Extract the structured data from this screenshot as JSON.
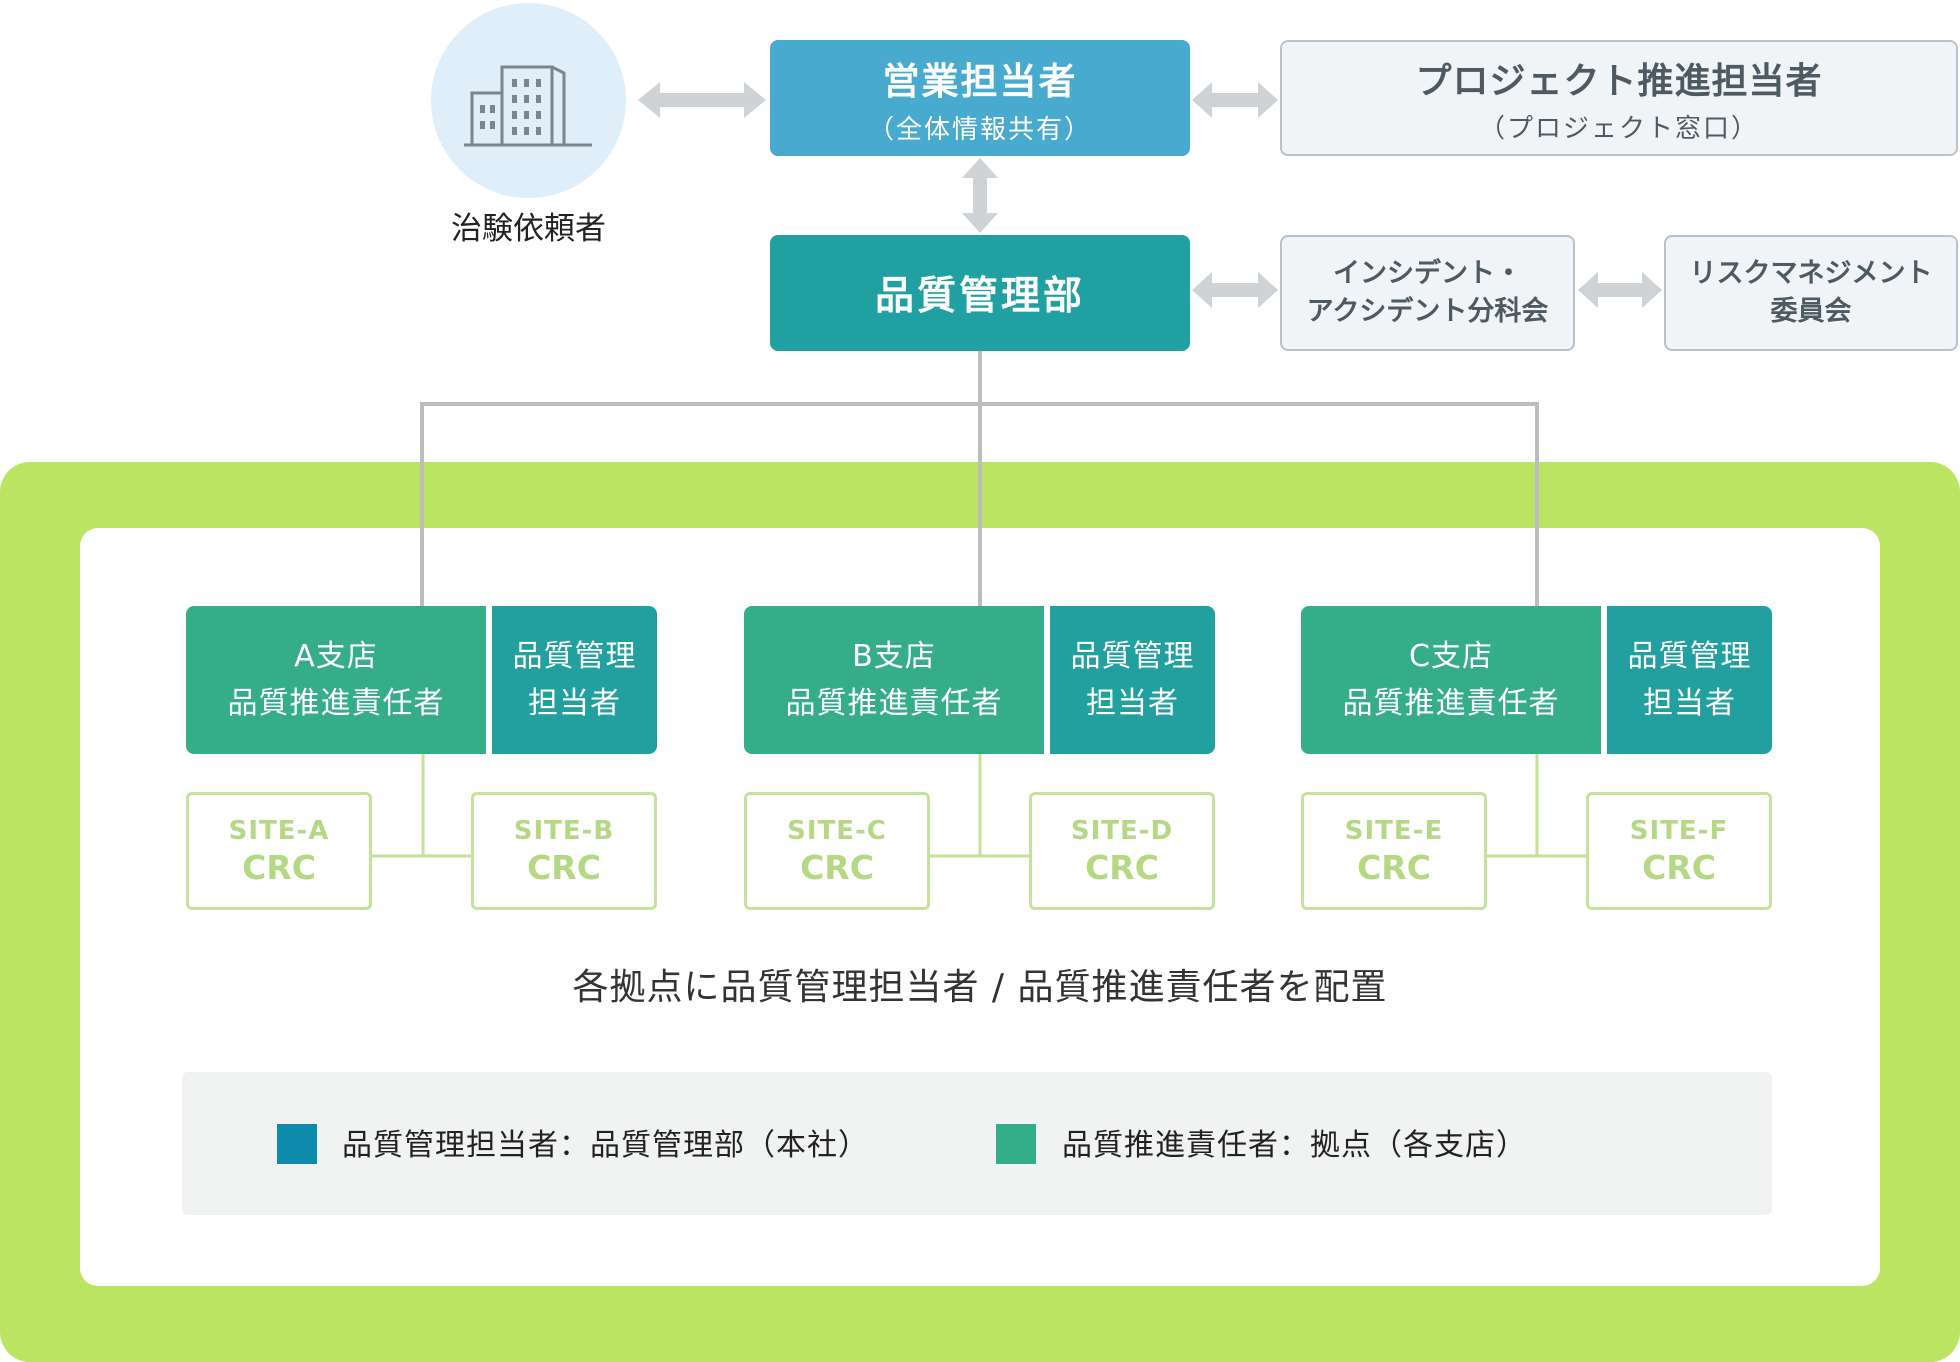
{
  "client": {
    "label": "治験依頼者",
    "icon": "building-icon"
  },
  "sales": {
    "title": "営業担当者",
    "subtitle": "（全体情報共有）"
  },
  "project": {
    "title": "プロジェクト推進担当者",
    "subtitle": "（プロジェクト窓口）"
  },
  "quality_dept": {
    "title": "品質管理部"
  },
  "incident": {
    "line1": "インシデント・",
    "line2": "アクシデント分科会"
  },
  "risk": {
    "line1": "リスクマネジメント",
    "line2": "委員会"
  },
  "branches": [
    {
      "line1": "A支店",
      "line2": "品質推進責任者",
      "manager_line1": "品質管理",
      "manager_line2": "担当者",
      "sites": [
        {
          "name": "SITE-A",
          "role": "CRC"
        },
        {
          "name": "SITE-B",
          "role": "CRC"
        }
      ]
    },
    {
      "line1": "B支店",
      "line2": "品質推進責任者",
      "manager_line1": "品質管理",
      "manager_line2": "担当者",
      "sites": [
        {
          "name": "SITE-C",
          "role": "CRC"
        },
        {
          "name": "SITE-D",
          "role": "CRC"
        }
      ]
    },
    {
      "line1": "C支店",
      "line2": "品質推進責任者",
      "manager_line1": "品質管理",
      "manager_line2": "担当者",
      "sites": [
        {
          "name": "SITE-E",
          "role": "CRC"
        },
        {
          "name": "SITE-F",
          "role": "CRC"
        }
      ]
    }
  ],
  "caption": "各拠点に品質管理担当者 / 品質推進責任者を配置",
  "legend": [
    {
      "text": "品質管理担当者：品質管理部（本社）",
      "color": "#0f8bad"
    },
    {
      "text": "品質推進責任者：拠点（各支店）",
      "color": "#35ad88"
    }
  ],
  "colors": {
    "sales": "#48aace",
    "quality_dept": "#20a0a0",
    "branch": "#35ad88",
    "manager": "#22a0a0",
    "frame": "#bce463",
    "site_border": "#c3e39a"
  }
}
